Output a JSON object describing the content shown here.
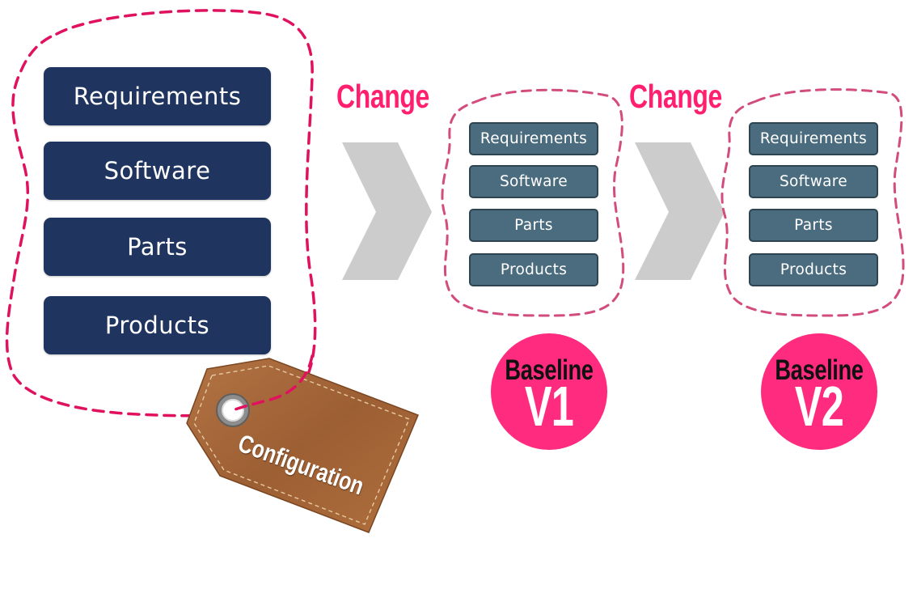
{
  "colors": {
    "main_box": "#1f3560",
    "small_box": "#4b6c7e",
    "accent": "#ff1f6e",
    "dashed_main": "#e0125f",
    "dashed_small": "#d24d7e",
    "chevron": "#cccccc",
    "tag": "#a0653a"
  },
  "configuration": {
    "items": [
      "Requirements",
      "Software",
      "Parts",
      "Products"
    ],
    "tag_label": "Configuration"
  },
  "changes": [
    "Change",
    "Change"
  ],
  "baselines": [
    {
      "items": [
        "Requirements",
        "Software",
        "Parts",
        "Products"
      ],
      "title": "Baseline",
      "version": "V1"
    },
    {
      "items": [
        "Requirements",
        "Software",
        "Parts",
        "Products"
      ],
      "title": "Baseline",
      "version": "V2"
    }
  ]
}
